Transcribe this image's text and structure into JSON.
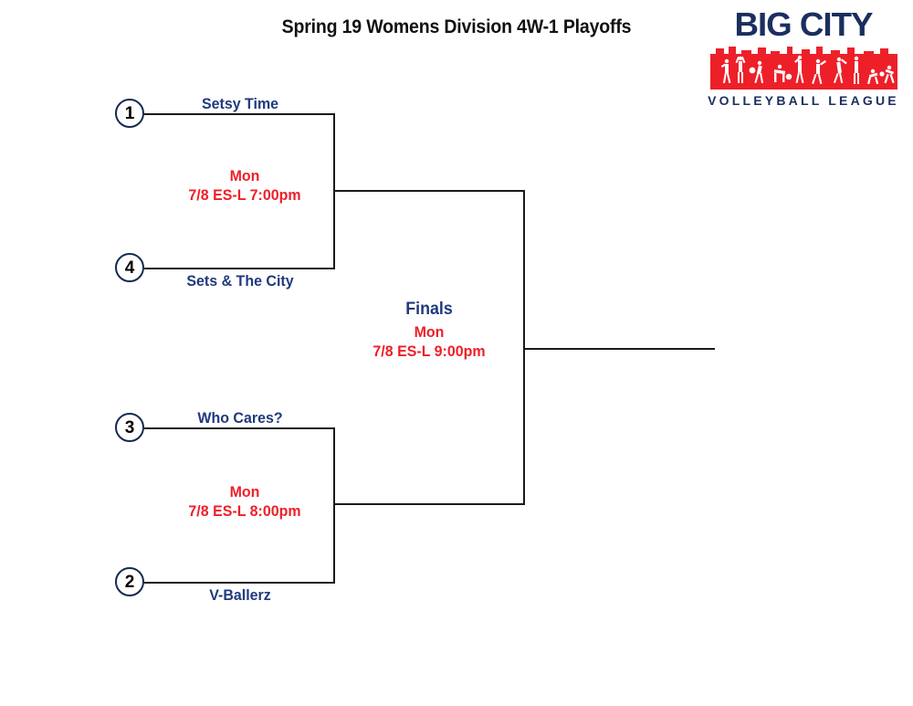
{
  "page": {
    "title": "Spring 19 Womens Division 4W-1 Playoffs",
    "background_color": "#ffffff"
  },
  "colors": {
    "navy": "#203a7d",
    "logo_navy": "#1b2f5e",
    "red": "#ed2029",
    "line": "#1a1a1a",
    "title_black": "#111111"
  },
  "logo": {
    "wordmark": "BIG CITY",
    "subtext": "VOLLEYBALL LEAGUE",
    "skyline_alt": "city-skyline-with-athletes"
  },
  "bracket": {
    "round1": [
      {
        "id": "semifinal-1",
        "top_seed": {
          "seed": "1",
          "team": "Setsy Time"
        },
        "bottom_seed": {
          "seed": "4",
          "team": "Sets & The City"
        },
        "day": "Mon",
        "when": "7/8 ES-L 7:00pm"
      },
      {
        "id": "semifinal-2",
        "top_seed": {
          "seed": "3",
          "team": "Who Cares?"
        },
        "bottom_seed": {
          "seed": "2",
          "team": "V-Ballerz"
        },
        "day": "Mon",
        "when": "7/8 ES-L 8:00pm"
      }
    ],
    "finals": {
      "label": "Finals",
      "day": "Mon",
      "when": "7/8 ES-L 9:00pm"
    },
    "champion": {
      "team": ""
    }
  }
}
